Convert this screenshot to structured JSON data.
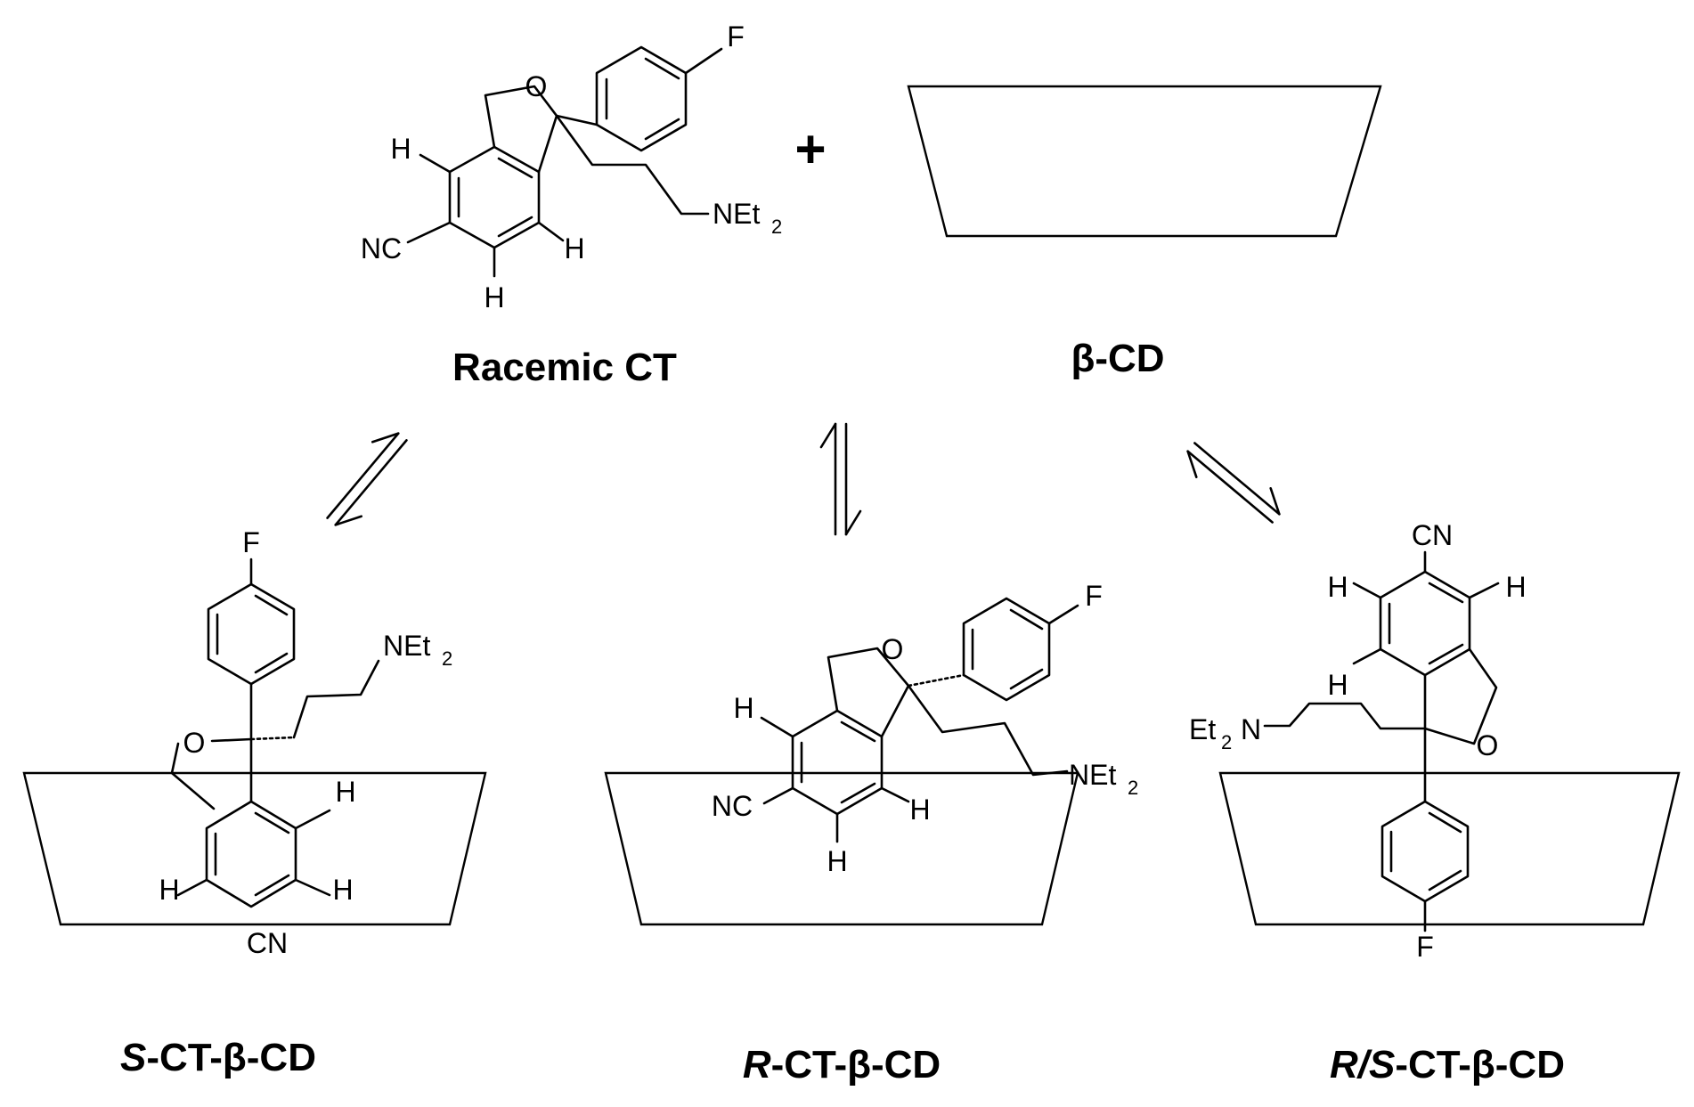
{
  "labels": {
    "racemic": "Racemic CT",
    "bcd": "β-CD",
    "plus": "+",
    "s_prefix": "S",
    "s_suffix": "-CT-β-CD",
    "r_prefix": "R",
    "r_suffix": "-CT-β-CD",
    "rs_prefix": "R/S",
    "rs_suffix": "-CT-β-CD"
  },
  "atoms": {
    "o": "O",
    "f": "F",
    "h": "H",
    "nc": "NC",
    "cn": "CN",
    "net": "NEt",
    "et": "Et",
    "n": "N",
    "two": "2"
  }
}
